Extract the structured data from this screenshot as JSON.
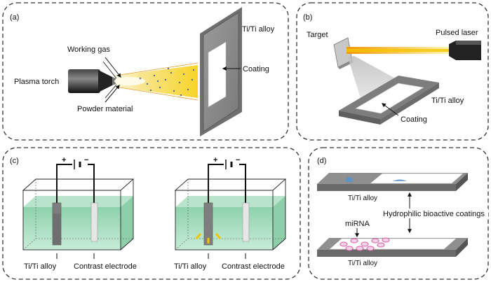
{
  "panels": {
    "a": {
      "label": "(a)",
      "substrate": "Ti/Ti alloy",
      "working_gas": "Working gas",
      "plasma_torch": "Plasma torch",
      "powder_material": "Powder material",
      "coating": "Coating"
    },
    "b": {
      "label": "(b)",
      "target": "Target",
      "pulsed_laser": "Pulsed laser",
      "substrate": "Ti/Ti alloy",
      "coating": "Coating"
    },
    "c": {
      "label": "(c)",
      "left": {
        "substrate": "Ti/Ti alloy",
        "electrode": "Contrast electrode",
        "plus": "+",
        "minus": "−"
      },
      "right": {
        "substrate": "Ti/Ti alloy",
        "electrode": "Contrast electrode",
        "plus": "+",
        "minus": "−"
      }
    },
    "d": {
      "label": "(d)",
      "substrate_top": "Ti/Ti alloy",
      "substrate_bottom": "Ti/Ti alloy",
      "coatings_label": "Hydrophilic bioactive coatings",
      "mirna": "miRNA"
    }
  },
  "colors": {
    "panel_border": "#333333",
    "substrate_gray": "#8a8a8a",
    "flame_yellow": "#f7d21c",
    "laser_orange": "#f4a20c",
    "liquid_green": "#9fd8b8",
    "mirna_pink": "#d85aa6"
  }
}
